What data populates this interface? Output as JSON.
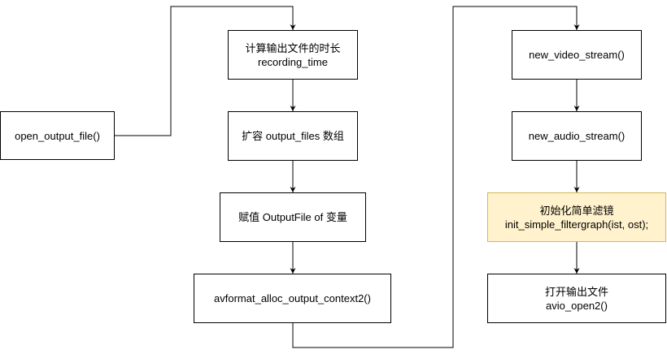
{
  "diagram": {
    "nodes": [
      {
        "id": "open_output_file",
        "lines": [
          "open_output_file()"
        ]
      },
      {
        "id": "calc_recording_time",
        "lines": [
          "计算输出文件的时长",
          "recording_time"
        ]
      },
      {
        "id": "expand_output_files",
        "lines": [
          "扩容 output_files 数组"
        ]
      },
      {
        "id": "assign_outputfile",
        "lines": [
          "赋值 OutputFile of 变量"
        ]
      },
      {
        "id": "avformat_alloc",
        "lines": [
          "avformat_alloc_output_context2()"
        ]
      },
      {
        "id": "new_video_stream",
        "lines": [
          "new_video_stream()"
        ]
      },
      {
        "id": "new_audio_stream",
        "lines": [
          "new_audio_stream()"
        ]
      },
      {
        "id": "init_filtergraph",
        "lines": [
          "初始化简单滤镜",
          "init_simple_filtergraph(ist, ost);"
        ],
        "highlight": true
      },
      {
        "id": "avio_open",
        "lines": [
          "打开输出文件",
          "avio_open2()"
        ]
      }
    ],
    "edges": [
      {
        "from": "open_output_file",
        "to": "calc_recording_time"
      },
      {
        "from": "calc_recording_time",
        "to": "expand_output_files"
      },
      {
        "from": "expand_output_files",
        "to": "assign_outputfile"
      },
      {
        "from": "assign_outputfile",
        "to": "avformat_alloc"
      },
      {
        "from": "avformat_alloc",
        "to": "new_video_stream"
      },
      {
        "from": "new_video_stream",
        "to": "new_audio_stream"
      },
      {
        "from": "new_audio_stream",
        "to": "init_filtergraph"
      },
      {
        "from": "init_filtergraph",
        "to": "avio_open"
      }
    ],
    "colors": {
      "stroke": "#000000",
      "node_fill": "#ffffff",
      "highlight_fill": "#fff2cc",
      "highlight_border": "#d6b656"
    }
  }
}
